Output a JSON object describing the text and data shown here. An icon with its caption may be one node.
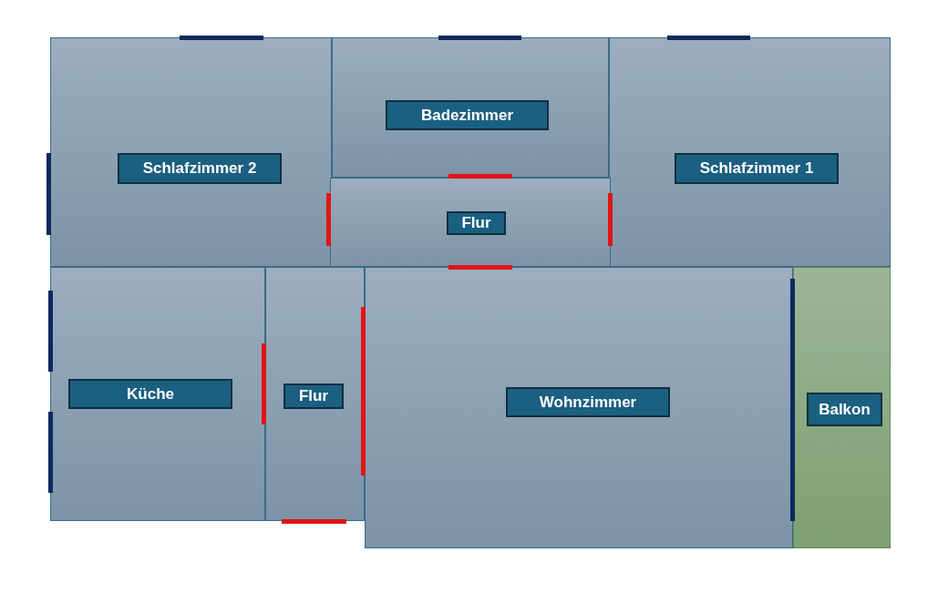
{
  "diagram": {
    "nodes": [
      {
        "text": [
          "Schlafzimmer 2"
        ]
      },
      {
        "text": [
          "Badezimmer"
        ]
      },
      {
        "text": [
          "Schlafzimmer 1"
        ]
      },
      {
        "text": [
          "Flur"
        ]
      },
      {
        "text": [
          "Küche"
        ]
      },
      {
        "text": [
          "Flur"
        ]
      },
      {
        "text": [
          "Wohnzimmer"
        ]
      },
      {
        "text": [
          "Balkon"
        ]
      }
    ]
  }
}
